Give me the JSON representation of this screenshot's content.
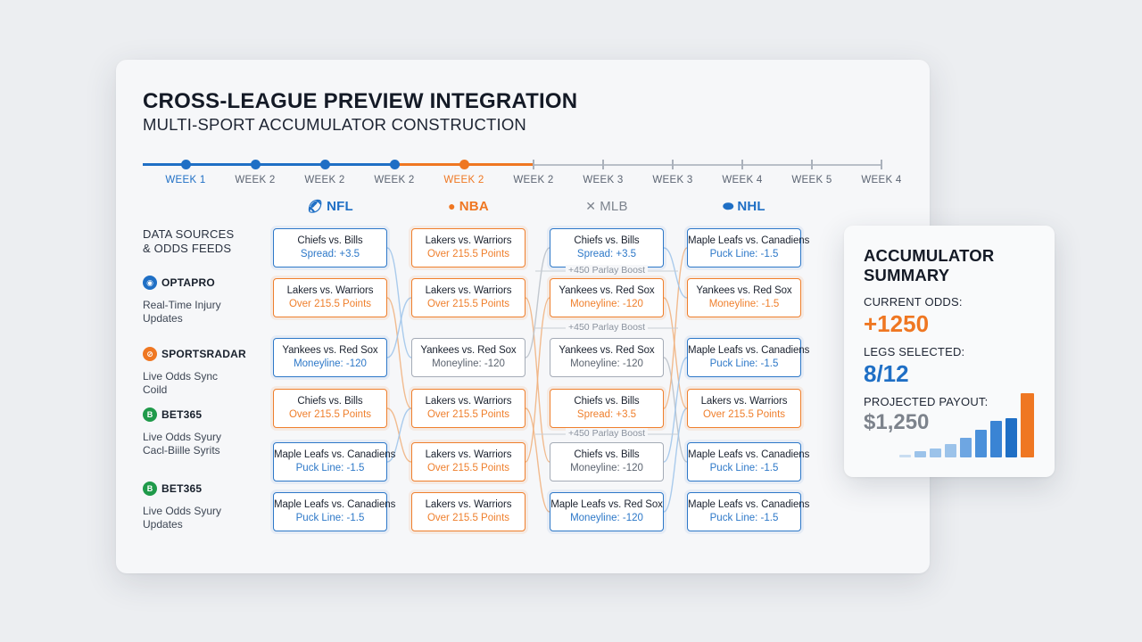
{
  "header": {
    "title": "CROSS-LEAGUE PREVIEW INTEGRATION",
    "subtitle": "MULTI-SPORT ACCUMULATOR CONSTRUCTION"
  },
  "timeline": {
    "labels": [
      "WEEK 1",
      "WEEK 2",
      "WEEK 2",
      "WEEK 2",
      "WEEK 2",
      "WEEK 2",
      "WEEK 3",
      "WEEK 3",
      "WEEK 4",
      "WEEK 5",
      "WEEK 4"
    ],
    "progress_weeks_complete": 5,
    "current_index": 4
  },
  "sources": {
    "title_line1": "DATA SOURCES",
    "title_line2": "& ODDS FEEDS",
    "items": [
      {
        "name": "OPTAPRO",
        "desc1": "Real-Time Injury",
        "desc2": "Updates",
        "icon": "optapro-logo-icon",
        "color": "#1f6fc5"
      },
      {
        "name": "SPORTSRADAR",
        "desc1": "Live Odds Sync",
        "desc2": "Coild",
        "icon": "sportsradar-logo-icon",
        "color": "#ef7722"
      },
      {
        "name": "BET365",
        "desc1": "Live Odds Syury",
        "desc2": "Cacl-Biille Syrits",
        "icon": "bet365-logo-icon",
        "color": "#1f9a4a"
      },
      {
        "name": "BET365",
        "desc1": "Live Odds Syury",
        "desc2": "Updates",
        "icon": "bet365-logo-icon",
        "color": "#1f9a4a"
      }
    ]
  },
  "leagues": [
    {
      "name": "NFL",
      "icon": "football-icon",
      "color": "#1f6fc5"
    },
    {
      "name": "NBA",
      "icon": "basketball-icon",
      "color": "#ef7722"
    },
    {
      "name": "MLB",
      "icon": "crossed-bats-icon",
      "color": "#7d848e"
    },
    {
      "name": "NHL",
      "icon": "hockey-puck-icon",
      "color": "#1f6fc5"
    }
  ],
  "columns": [
    [
      {
        "game": "Chiefs vs. Bills",
        "line": "Spread: +3.5",
        "style": "blue"
      },
      {
        "game": "Lakers vs. Warriors",
        "line": "Over 215.5 Points",
        "style": "orange"
      },
      {
        "game": "Yankees vs. Red Sox",
        "line": "Moneyline: -120",
        "style": "blue"
      },
      {
        "game": "Chiefs vs. Bills",
        "line": "Over 215.5 Points",
        "style": "orange"
      },
      {
        "game": "Maple Leafs vs. Canadiens",
        "line": "Puck Line: -1.5",
        "style": "blue"
      },
      {
        "game": "Maple Leafs vs. Canadiens",
        "line": "Puck Line: -1.5",
        "style": "blue"
      }
    ],
    [
      {
        "game": "Lakers vs. Warriors",
        "line": "Over 215.5 Points",
        "style": "orange"
      },
      {
        "game": "Lakers vs. Warriors",
        "line": "Over 215.5 Points",
        "style": "orange"
      },
      {
        "game": "Yankees vs. Red Sox",
        "line": "Moneyline: -120",
        "style": "gray"
      },
      {
        "game": "Lakers vs. Warriors",
        "line": "Over 215.5 Points",
        "style": "orange"
      },
      {
        "game": "Lakers vs. Warriors",
        "line": "Over 215.5 Points",
        "style": "orange"
      },
      {
        "game": "Lakers vs. Warriors",
        "line": "Over 215.5 Points",
        "style": "orange"
      }
    ],
    [
      {
        "game": "Chiefs vs. Bills",
        "line": "Spread: +3.5",
        "style": "blue"
      },
      {
        "game": "Yankees vs. Red Sox",
        "line": "Moneyline: -120",
        "style": "orange"
      },
      {
        "game": "Yankees vs. Red Sox",
        "line": "Moneyline: -120",
        "style": "gray"
      },
      {
        "game": "Chiefs vs. Bills",
        "line": "Spread: +3.5",
        "style": "orange"
      },
      {
        "game": "Chiefs vs. Bills",
        "line": "Moneyline: -120",
        "style": "gray"
      },
      {
        "game": "Maple Leafs vs. Red Sox",
        "line": "Moneyline: -120",
        "style": "blue"
      }
    ],
    [
      {
        "game": "Maple Leafs vs. Canadiens",
        "line": "Puck Line: -1.5",
        "style": "blue"
      },
      {
        "game": "Yankees vs. Red Sox",
        "line": "Moneyline: -1.5",
        "style": "orange"
      },
      {
        "game": "Maple Leafs vs. Canadiens",
        "line": "Puck Line: -1.5",
        "style": "blue"
      },
      {
        "game": "Lakers vs. Warriors",
        "line": "Over 215.5 Points",
        "style": "orange"
      },
      {
        "game": "Maple Leafs vs. Canadiens",
        "line": "Puck Line: -1.5",
        "style": "blue"
      },
      {
        "game": "Maple Leafs vs. Canadiens",
        "line": "Puck Line: -1.5",
        "style": "blue"
      }
    ]
  ],
  "boosts": [
    "+450 Parlay Boost",
    "+450 Parlay Boost",
    "+450 Parlay Boost"
  ],
  "summary": {
    "title_line1": "ACCUMULATOR",
    "title_line2": "SUMMARY",
    "odds_label": "CURRENT ODDS:",
    "odds_value": "+1250",
    "legs_label": "LEGS SELECTED:",
    "legs_value": "8/12",
    "payout_label": "PROJECTED PAYOUT:",
    "payout_value": "$1,250",
    "bar_levels": [
      0.04,
      0.1,
      0.13,
      0.2,
      0.3,
      0.42,
      0.55,
      0.6,
      0.97
    ],
    "bar_colors": [
      "#c9ddf1",
      "#9cc3ea",
      "#9cc3ea",
      "#9cc3ea",
      "#6ea6e2",
      "#4a90da",
      "#3a84d4",
      "#1f6fc5",
      "#ef7722"
    ]
  }
}
